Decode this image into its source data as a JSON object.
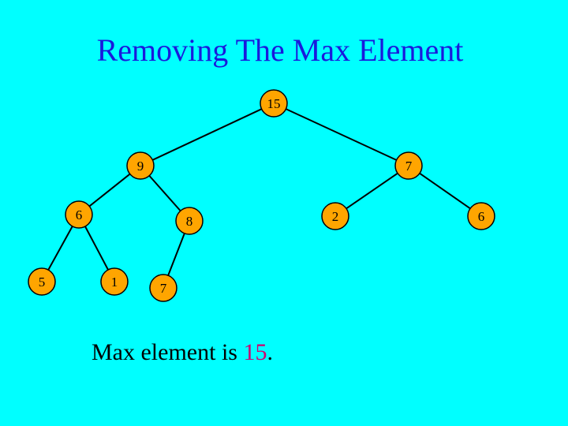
{
  "title": "Removing The Max Element",
  "tree": {
    "nodes": [
      {
        "id": "n15",
        "label": "15"
      },
      {
        "id": "n9",
        "label": "9"
      },
      {
        "id": "n7a",
        "label": "7"
      },
      {
        "id": "n6a",
        "label": "6"
      },
      {
        "id": "n8",
        "label": "8"
      },
      {
        "id": "n2",
        "label": "2"
      },
      {
        "id": "n6b",
        "label": "6"
      },
      {
        "id": "n5",
        "label": "5"
      },
      {
        "id": "n1",
        "label": "1"
      },
      {
        "id": "n7b",
        "label": "7"
      }
    ],
    "edges": [
      [
        "n15",
        "n9"
      ],
      [
        "n15",
        "n7a"
      ],
      [
        "n9",
        "n6a"
      ],
      [
        "n9",
        "n8"
      ],
      [
        "n7a",
        "n2"
      ],
      [
        "n7a",
        "n6b"
      ],
      [
        "n6a",
        "n5"
      ],
      [
        "n6a",
        "n1"
      ],
      [
        "n8",
        "n7b"
      ]
    ],
    "node_fill": "#ffa500",
    "node_stroke": "#000000"
  },
  "caption": {
    "prefix": "Max element is ",
    "value": "15",
    "suffix": ".",
    "value_color": "#d0006f"
  }
}
